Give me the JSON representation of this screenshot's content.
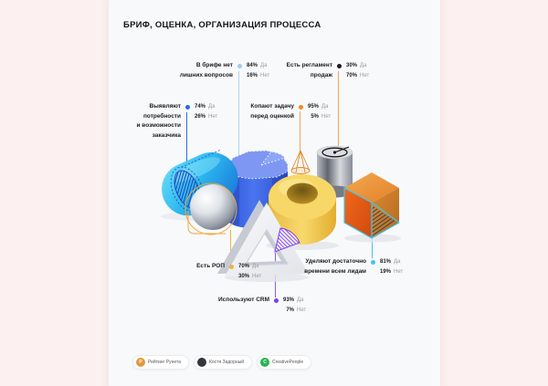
{
  "page": {
    "background_color": "#fdf0f0",
    "card_color": "#f8f9fa",
    "title": "БРИФ, ОЦЕНКА, ОРГАНИЗАЦИЯ ПРОЦЕССА"
  },
  "callouts": [
    {
      "id": "brief-no-extra-questions",
      "label": "В брифе нет\nлишних вопросов",
      "yes_value": "84%",
      "yes_label": "Да",
      "no_value": "16%",
      "no_label": "Нет",
      "dot_color": "#9fccef",
      "line_color": "#a9d3f5"
    },
    {
      "id": "sales-reglament",
      "label": "Есть регламент\nпродаж",
      "yes_value": "30%",
      "yes_label": "Да",
      "no_value": "70%",
      "no_label": "Нет",
      "dot_color": "#1b1b1d",
      "line_color": "#f0a25a"
    },
    {
      "id": "identify-needs",
      "label": "Выявляют\nпотребности\nи возможности\nзаказчика",
      "yes_value": "74%",
      "yes_label": "Да",
      "no_value": "26%",
      "no_label": "Нет",
      "dot_color": "#2b6be6",
      "line_color": "#2b6be6"
    },
    {
      "id": "dig-into-task",
      "label": "Копают задачу\nперед оценкой",
      "yes_value": "95%",
      "yes_label": "Да",
      "no_value": "5%",
      "no_label": "Нет",
      "dot_color": "#f38a21",
      "line_color": "#f0a25a"
    },
    {
      "id": "has-rop",
      "label": "Есть РОП",
      "yes_value": "70%",
      "yes_label": "Да",
      "no_value": "30%",
      "no_label": "Нет",
      "dot_color": "#efb332",
      "line_color": "#efb332"
    },
    {
      "id": "use-crm",
      "label": "Используют CRM",
      "yes_value": "93%",
      "yes_label": "Да",
      "no_value": "7%",
      "no_label": "Нет",
      "dot_color": "#7d3bf0",
      "line_color": "#8b5cf6"
    },
    {
      "id": "time-for-all-leads",
      "label": "Уделяют достаточно\nвремени всем лидам",
      "yes_value": "81%",
      "yes_label": "Да",
      "no_value": "19%",
      "no_label": "Нет",
      "dot_color": "#43c4f3",
      "line_color": "#43c4f3"
    }
  ],
  "chart_data": {
    "type": "table",
    "title": "БРИФ, ОЦЕНКА, ОРГАНИЗАЦИЯ ПРОЦЕССА",
    "categories": [
      "В брифе нет лишних вопросов",
      "Есть регламент продаж",
      "Выявляют потребности и возможности заказчика",
      "Копают задачу перед оценкой",
      "Есть РОП",
      "Используют CRM",
      "Уделяют достаточно времени всем лидам"
    ],
    "series": [
      {
        "name": "Да",
        "values": [
          84,
          30,
          74,
          95,
          70,
          93,
          81
        ]
      },
      {
        "name": "Нет",
        "values": [
          16,
          70,
          26,
          5,
          30,
          7,
          19
        ]
      }
    ],
    "legend_position": "inline",
    "units": "%"
  },
  "shapes": {
    "capsule": {
      "name": "cyan-capsule-cylinder",
      "color": "#29b7ee"
    },
    "prism": {
      "name": "blue-faceted-cylinder",
      "color": "#3a63e0"
    },
    "sphere": {
      "name": "chrome-sphere",
      "color": "#aeb4bd"
    },
    "torus": {
      "name": "gold-torus",
      "color": "#f2c94f"
    },
    "can": {
      "name": "metal-can-timer",
      "color": "#8b9097"
    },
    "cube": {
      "name": "copper-cube",
      "color": "#e07020"
    },
    "triangle": {
      "name": "white-triangle-prism",
      "color": "#f2f3f6"
    },
    "wedge": {
      "name": "purple-hatched-wedge",
      "color": "#7a3ff2"
    },
    "cone": {
      "name": "orange-wireframe-cone",
      "color": "#e0882a"
    }
  },
  "badges": [
    {
      "label": "Рейтинг Рунета",
      "icon": "rating-runeta-logo",
      "icon_color": "#e2983a",
      "icon_text": "Р"
    },
    {
      "label": "Костя Задорный",
      "icon": "avatar",
      "icon_color": "#35353c",
      "icon_text": ""
    },
    {
      "label": "CreativePeople",
      "icon": "creativepeople-logo",
      "icon_color": "#27b34f",
      "icon_text": "C"
    }
  ]
}
